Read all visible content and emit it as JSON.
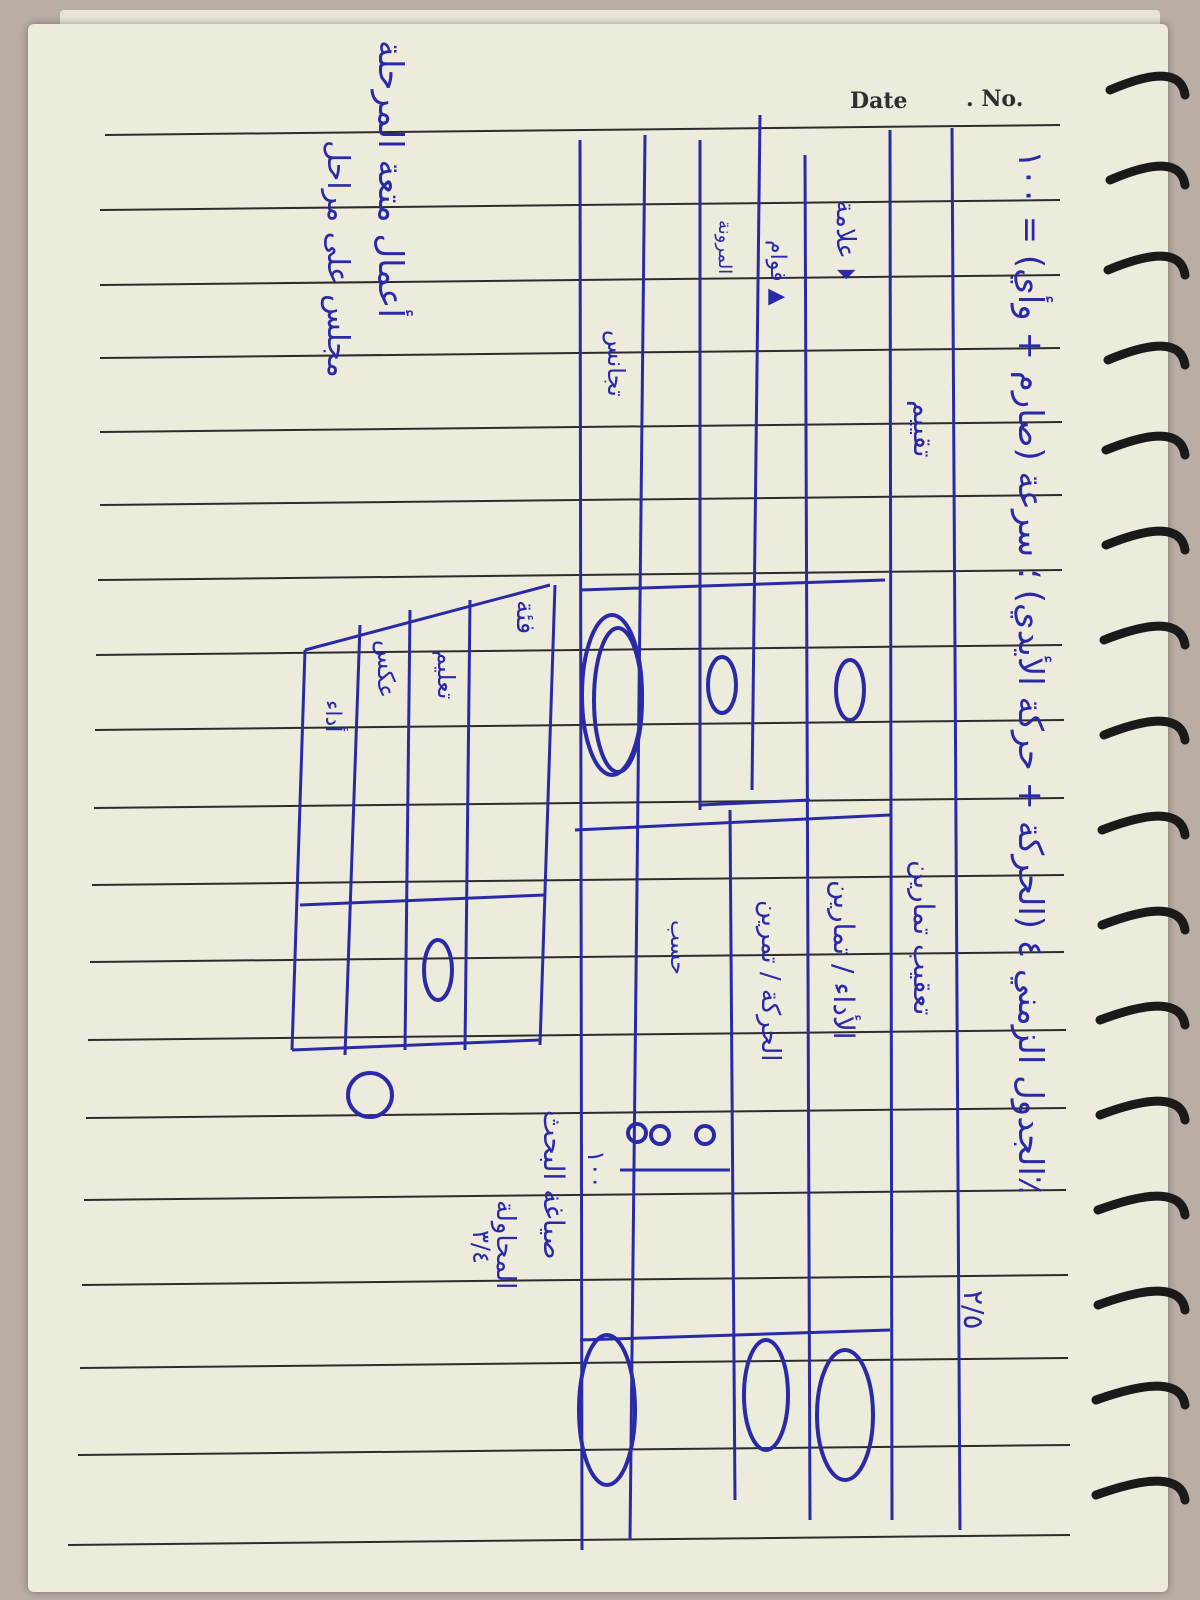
{
  "page_header": {
    "date_label": "Date",
    "number_label": ". No."
  },
  "colors": {
    "ink": "#2a2aa8",
    "paper": "#ecebdc",
    "rule_line": "#2c2c2c",
    "coil": "#1a1a1a"
  },
  "notes": {
    "formula_line": "الجدول الزمني ٤ (الحركة + حركة الأيدي) ؛ سرعة (صارم + وأي) = ١٠٠٪",
    "fraction": "٢/٥",
    "main_table_header": "تقييم",
    "row1_left": "علامة ⏵",
    "row2_left": "قوام ▲",
    "row3_left": "المرونة",
    "row4_left": "تجانس",
    "right_block_header": "تعقيب تمارين",
    "right_row1": "الأداء / تمارين",
    "right_row2": "الحركة / تمرين",
    "right_row3": "حسب",
    "score_left": "١٠٠",
    "sub_table_header": "فئة",
    "sub_row1": "تعليم",
    "sub_row2": "عكس",
    "sub_row3": "أداء",
    "bottom_note": "أعمال متعة المرحلة",
    "bottom_note_2": "مجلس على مراحل",
    "right_bottom": "صياغة البحث",
    "right_bottom_2": "المحاولة",
    "right_bottom_3": "٣/٤"
  }
}
